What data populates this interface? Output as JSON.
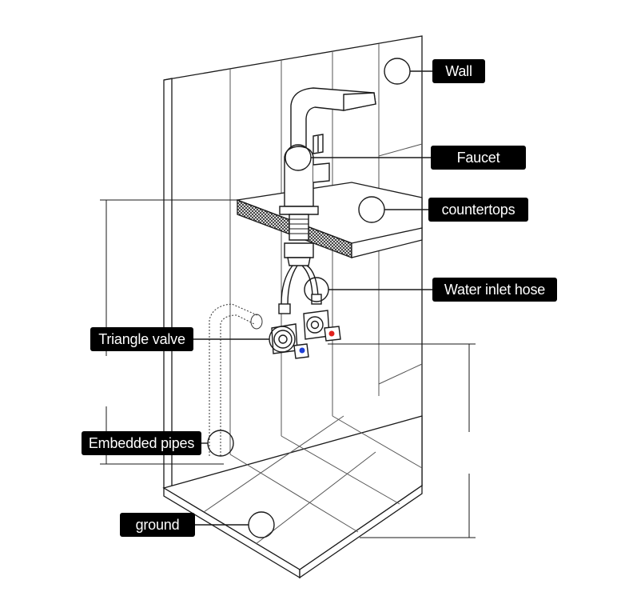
{
  "labels": {
    "wall": "Wall",
    "faucet": "Faucet",
    "countertops": "countertops",
    "water_inlet_hose": "Water inlet hose",
    "triangle_valve": "Triangle valve",
    "embedded_pipes": "Embedded pipes",
    "ground": "ground"
  },
  "colors": {
    "label_bg": "#000000",
    "label_text": "#ffffff",
    "line": "#1a1a1a",
    "tile_line": "#555555",
    "hot_marker": "#e0201b",
    "cold_marker": "#1f3fd6"
  }
}
